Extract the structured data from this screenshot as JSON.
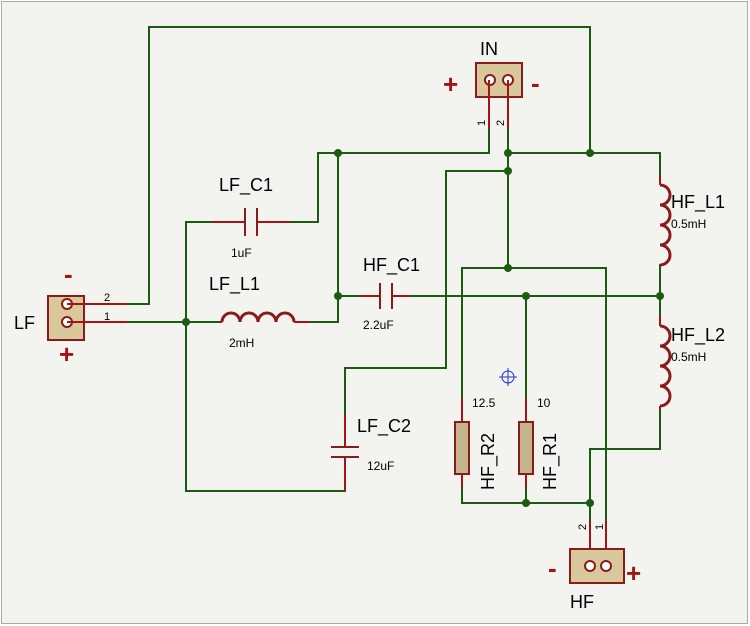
{
  "connectors": {
    "in": {
      "name": "IN",
      "plus": "+",
      "minus": "-",
      "pin1": "1",
      "pin2": "2"
    },
    "lf": {
      "name": "LF",
      "plus": "+",
      "minus": "-",
      "pin1": "1",
      "pin2": "2"
    },
    "hf": {
      "name": "HF",
      "plus": "+",
      "minus": "-",
      "pin1": "1",
      "pin2": "2"
    }
  },
  "components": {
    "lf_c1": {
      "name": "LF_C1",
      "value": "1uF"
    },
    "lf_l1": {
      "name": "LF_L1",
      "value": "2mH"
    },
    "hf_c1": {
      "name": "HF_C1",
      "value": "2.2uF"
    },
    "lf_c2": {
      "name": "LF_C2",
      "value": "12uF"
    },
    "hf_l1": {
      "name": "HF_L1",
      "value": "0.5mH"
    },
    "hf_l2": {
      "name": "HF_L2",
      "value": "0.5mH"
    },
    "hf_r2": {
      "name": "HF_R2",
      "value": "12.5"
    },
    "hf_r1": {
      "name": "HF_R1",
      "value": "10"
    }
  },
  "colors": {
    "wire": "#1e5b12",
    "component": "#8b1b1b",
    "connector_body": "#d8c89b",
    "frame_background": "#f3f3f0"
  }
}
